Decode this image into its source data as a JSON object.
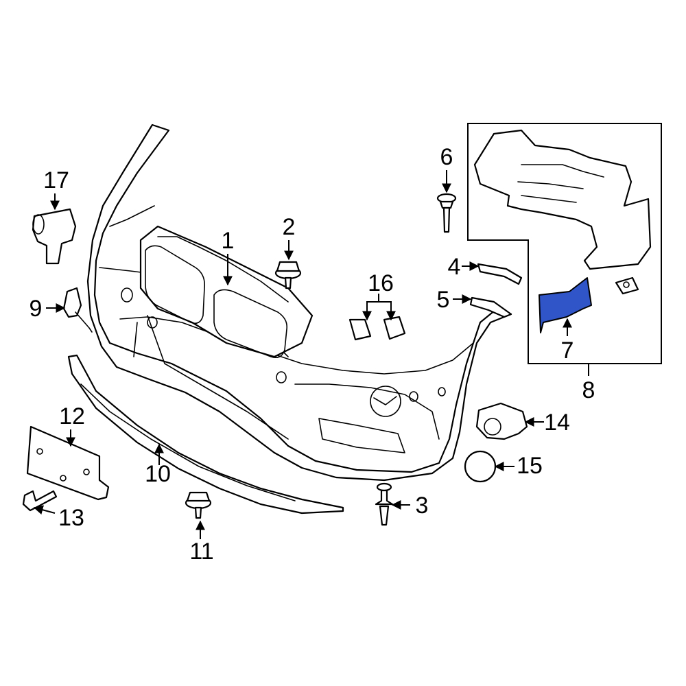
{
  "diagram": {
    "highlight_color": "#2f55c8",
    "callouts": {
      "c1": "1",
      "c2": "2",
      "c3": "3",
      "c4": "4",
      "c5": "5",
      "c6": "6",
      "c7": "7",
      "c8": "8",
      "c9": "9",
      "c10": "10",
      "c11": "11",
      "c12": "12",
      "c13": "13",
      "c14": "14",
      "c15": "15",
      "c16": "16",
      "c17": "17"
    }
  }
}
